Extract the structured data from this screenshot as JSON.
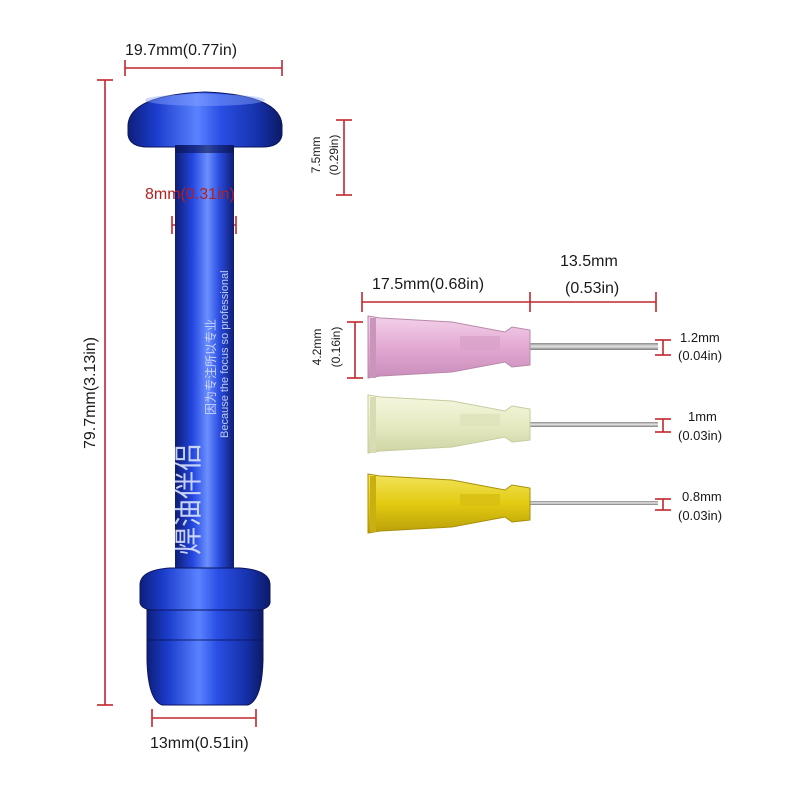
{
  "labels": {
    "head_width": "19.7mm(0.77in)",
    "head_height_mm": "7.5mm",
    "head_height_in": "(0.29in)",
    "shaft_diameter": "8mm(0.31in)",
    "total_length": "79.7mm(3.13in)",
    "base_width": "13mm(0.51in)",
    "hub_length": "17.5mm(0.68in)",
    "needle_length_mm": "13.5mm",
    "needle_length_in": "(0.53in)",
    "hub_diameter_mm": "4.2mm",
    "hub_diameter_in": "(0.16in)",
    "needle_pink_mm": "1.2mm",
    "needle_pink_in": "(0.04in)",
    "needle_cream_mm": "1mm",
    "needle_cream_in": "(0.03in)",
    "needle_yellow_mm": "0.8mm",
    "needle_yellow_in": "(0.03in)"
  },
  "plunger": {
    "text_chinese": "焊油伴侣",
    "text_chinese_small": "因为专注所以专业",
    "text_english": "Because the focus so professional"
  },
  "colors": {
    "plunger_blue": "#1c3fd0",
    "dimension_red": "#c0272d",
    "tip_pink": "#e9b8dd",
    "tip_cream": "#eef0c9",
    "tip_yellow": "#e7d21c"
  }
}
